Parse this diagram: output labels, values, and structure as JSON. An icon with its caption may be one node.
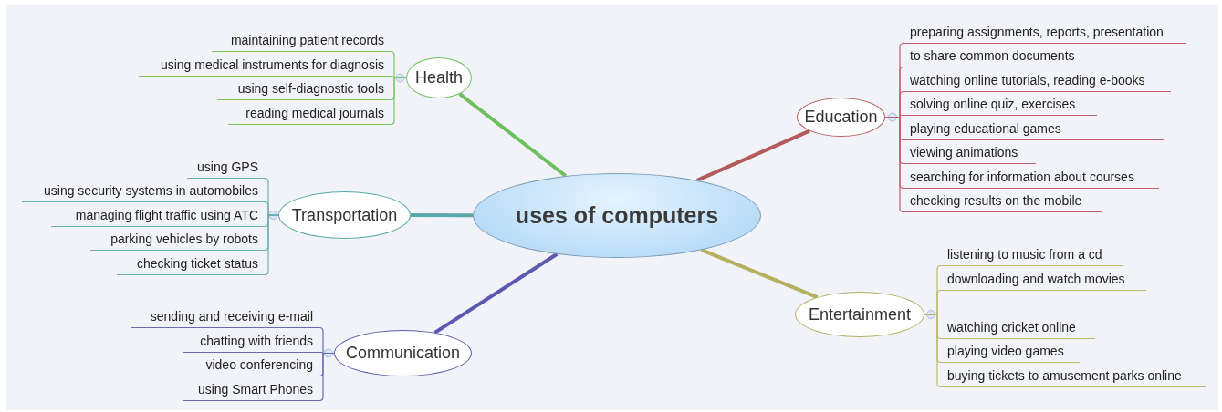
{
  "diagram": {
    "nodes": [
      {
        "text": [
          "uses of computers"
        ]
      },
      {
        "text": [
          "Health"
        ]
      },
      {
        "text": [
          "maintaining patient records"
        ]
      },
      {
        "text": [
          "using medical instruments for diagnosis"
        ]
      },
      {
        "text": [
          "using self-diagnostic tools"
        ]
      },
      {
        "text": [
          "reading medical journals"
        ]
      },
      {
        "text": [
          "Education"
        ]
      },
      {
        "text": [
          "preparing assignments, reports, presentation"
        ]
      },
      {
        "text": [
          "to share common documents"
        ]
      },
      {
        "text": [
          "watching online tutorials, reading e-books"
        ]
      },
      {
        "text": [
          "solving online quiz, exercises"
        ]
      },
      {
        "text": [
          "playing educational games"
        ]
      },
      {
        "text": [
          "viewing animations"
        ]
      },
      {
        "text": [
          "searching for information about courses"
        ]
      },
      {
        "text": [
          "checking results on the mobile"
        ]
      },
      {
        "text": [
          "Transportation"
        ]
      },
      {
        "text": [
          "using GPS"
        ]
      },
      {
        "text": [
          "using security systems in automobiles"
        ]
      },
      {
        "text": [
          "managing flight traffic using ATC"
        ]
      },
      {
        "text": [
          "parking vehicles by robots"
        ]
      },
      {
        "text": [
          "checking ticket status"
        ]
      },
      {
        "text": [
          "Entertainment"
        ]
      },
      {
        "text": [
          "listening to music from a cd"
        ]
      },
      {
        "text": [
          "downloading and watch movies"
        ]
      },
      {
        "text": [],
        "shape": "bar"
      },
      {
        "text": [
          "watching cricket online"
        ]
      },
      {
        "text": [
          "playing video games"
        ]
      },
      {
        "text": [
          "buying tickets to amusement parks online"
        ]
      },
      {
        "text": [
          "Communication"
        ]
      },
      {
        "text": [
          "sending and receiving e-mail"
        ]
      },
      {
        "text": [
          "chatting with friends"
        ]
      },
      {
        "text": [
          "video conferencing"
        ]
      },
      {
        "text": [
          "using Smart Phones"
        ]
      }
    ],
    "edges": [
      {
        "from": 0,
        "to": 1,
        "arrow": "none",
        "style": "thick",
        "color": "#6cbf5c"
      },
      {
        "from": 1,
        "to": 2,
        "arrow": "none",
        "color": "#7cc46c"
      },
      {
        "from": 1,
        "to": 3,
        "arrow": "none",
        "color": "#7cc46c"
      },
      {
        "from": 1,
        "to": 4,
        "arrow": "none",
        "color": "#7cc46c"
      },
      {
        "from": 1,
        "to": 5,
        "arrow": "none",
        "color": "#7cc46c"
      },
      {
        "from": 0,
        "to": 6,
        "arrow": "none",
        "style": "thick",
        "color": "#b35a5a"
      },
      {
        "from": 6,
        "to": 7,
        "arrow": "none",
        "color": "#c0606c"
      },
      {
        "from": 6,
        "to": 8,
        "arrow": "none",
        "color": "#c0606c"
      },
      {
        "from": 6,
        "to": 9,
        "arrow": "none",
        "color": "#c0606c"
      },
      {
        "from": 6,
        "to": 10,
        "arrow": "none",
        "color": "#c0606c"
      },
      {
        "from": 6,
        "to": 11,
        "arrow": "none",
        "color": "#c0606c"
      },
      {
        "from": 6,
        "to": 12,
        "arrow": "none",
        "color": "#c0606c"
      },
      {
        "from": 6,
        "to": 13,
        "arrow": "none",
        "color": "#c0606c"
      },
      {
        "from": 6,
        "to": 14,
        "arrow": "none",
        "color": "#c0606c"
      },
      {
        "from": 0,
        "to": 15,
        "arrow": "none",
        "style": "thick",
        "color": "#5aa8a8"
      },
      {
        "from": 15,
        "to": 16,
        "arrow": "none",
        "color": "#6ab0b0"
      },
      {
        "from": 15,
        "to": 17,
        "arrow": "none",
        "color": "#6ab0b0"
      },
      {
        "from": 15,
        "to": 18,
        "arrow": "none",
        "color": "#6ab0b0"
      },
      {
        "from": 15,
        "to": 19,
        "arrow": "none",
        "color": "#6ab0b0"
      },
      {
        "from": 15,
        "to": 20,
        "arrow": "none",
        "color": "#6ab0b0"
      },
      {
        "from": 0,
        "to": 21,
        "arrow": "none",
        "style": "thick",
        "color": "#b5b060"
      },
      {
        "from": 21,
        "to": 22,
        "arrow": "none",
        "color": "#bdb870"
      },
      {
        "from": 21,
        "to": 23,
        "arrow": "none",
        "color": "#bdb870"
      },
      {
        "from": 21,
        "to": 24,
        "arrow": "none",
        "color": "#bdb870"
      },
      {
        "from": 21,
        "to": 25,
        "arrow": "none",
        "color": "#bdb870"
      },
      {
        "from": 21,
        "to": 26,
        "arrow": "none",
        "color": "#bdb870"
      },
      {
        "from": 21,
        "to": 27,
        "arrow": "none",
        "color": "#bdb870"
      },
      {
        "from": 0,
        "to": 28,
        "arrow": "none",
        "style": "thick",
        "color": "#5a5ab0"
      },
      {
        "from": 28,
        "to": 29,
        "arrow": "none",
        "color": "#6a6ab8"
      },
      {
        "from": 28,
        "to": 30,
        "arrow": "none",
        "color": "#6a6ab8"
      },
      {
        "from": 28,
        "to": 31,
        "arrow": "none",
        "color": "#6a6ab8"
      },
      {
        "from": 28,
        "to": 32,
        "arrow": "none",
        "color": "#6a6ab8"
      }
    ]
  }
}
